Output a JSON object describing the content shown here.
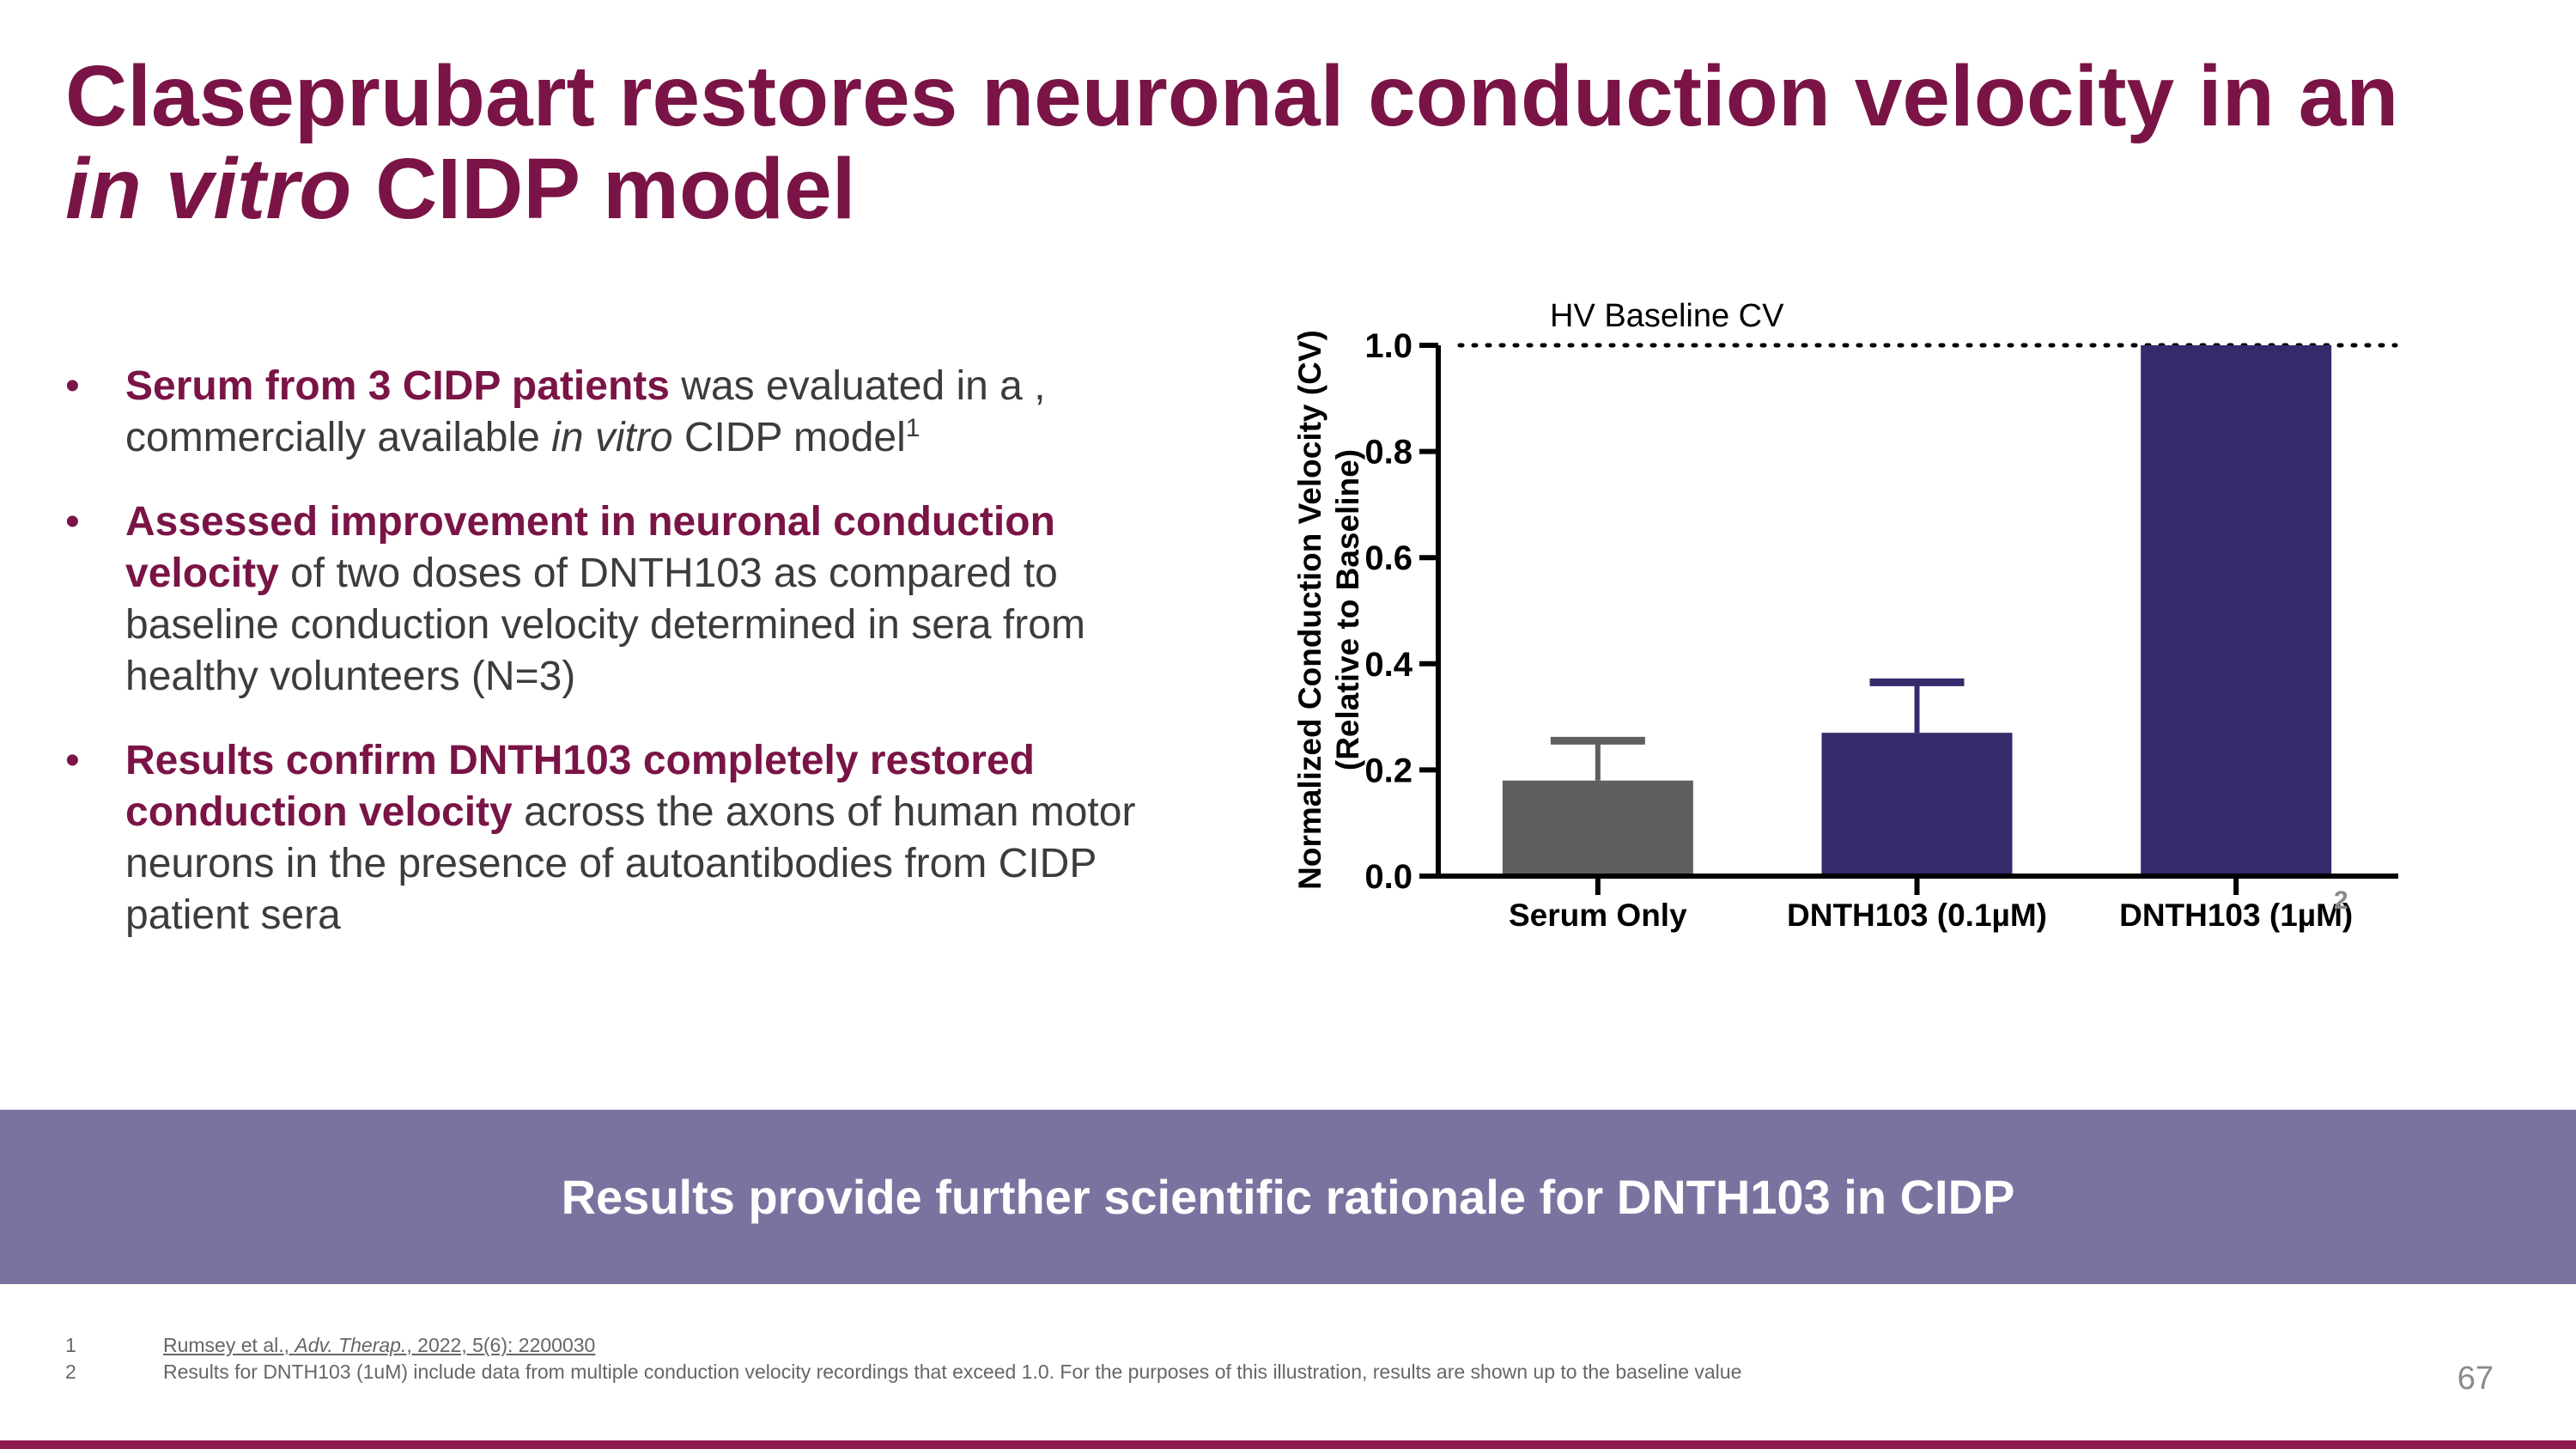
{
  "slide": {
    "title_line1": "Claseprubart restores neuronal conduction velocity in an",
    "title_italic": "in vitro",
    "title_rest": " CIDP model",
    "page_number": "67"
  },
  "bullets": [
    {
      "marker": "•",
      "bold": "Serum from 3 CIDP patients",
      "text1": " was evaluated in a , commercially available ",
      "italic": "in vitro",
      "text2": " CIDP model",
      "sup": "1"
    },
    {
      "marker": "•",
      "bold": "Assessed improvement in neuronal conduction velocity",
      "text1": " of two doses of DNTH103 as compared to baseline conduction velocity determined in sera from healthy volunteers (N=3)"
    },
    {
      "marker": "•",
      "bold": "Results confirm DNTH103 completely restored conduction velocity",
      "text1": " across the axons of human motor neurons in the presence of autoantibodies from CIDP patient sera"
    }
  ],
  "banner": {
    "text": "Results provide further scientific rationale for DNTH103 in CIDP"
  },
  "footnotes": [
    {
      "num": "1",
      "ref_pre": "Rumsey et al., ",
      "ref_italic": "Adv. Therap.",
      "ref_post": ", 2022, 5(6): 2200030"
    },
    {
      "num": "2",
      "text": "Results for DNTH103 (1uM) include data from multiple conduction velocity recordings that exceed 1.0. For the purposes of this illustration, results are shown up to the baseline value"
    }
  ],
  "colors": {
    "brand": "#7a1446",
    "banner": "#7b739f",
    "bar_serum": "#5f5f5f",
    "bar_dnth": "#372a6b"
  },
  "chart_data": {
    "type": "bar",
    "categories": [
      "Serum Only",
      "DNTH103 (0.1µM)",
      "DNTH103 (1µM)"
    ],
    "values": [
      0.18,
      0.27,
      1.0
    ],
    "error_upper": [
      0.255,
      0.365,
      null
    ],
    "bar_colors": [
      "#5f5f5f",
      "#372a6b",
      "#372a6b"
    ],
    "ylabel_line1": "Normalized Conduction Velocity (CV)",
    "ylabel_line2": "(Relative to Baseline)",
    "ylim": [
      0,
      1.0
    ],
    "yticks": [
      "0.0",
      "0.2",
      "0.4",
      "0.6",
      "0.8",
      "1.0"
    ],
    "baseline": {
      "value": 1.0,
      "label": "HV Baseline CV"
    },
    "footnote_marker": "2",
    "grid": false
  }
}
